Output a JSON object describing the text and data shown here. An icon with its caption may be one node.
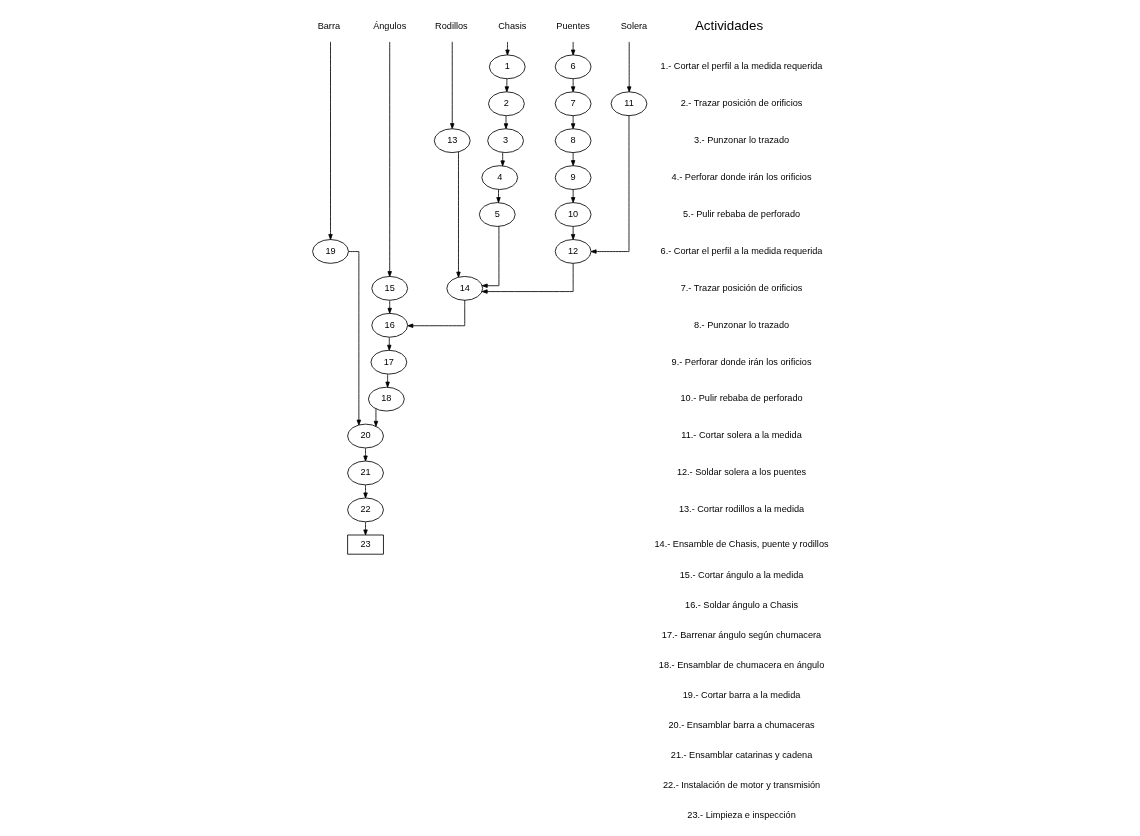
{
  "diagram": {
    "nodes": [
      {
        "text": [
          "Barra"
        ]
      },
      {
        "text": [
          "Ángulos"
        ]
      },
      {
        "text": [
          "Rodillos"
        ]
      },
      {
        "text": [
          "Solera"
        ]
      },
      {
        "text": [
          "Puentes"
        ]
      },
      {
        "text": [
          "Chasis"
        ]
      },
      {
        "text": [
          "1"
        ]
      },
      {
        "text": [
          "2"
        ]
      },
      {
        "text": [
          "3"
        ]
      },
      {
        "text": [
          "4"
        ]
      },
      {
        "text": [
          "5"
        ]
      },
      {
        "text": [
          "6"
        ]
      },
      {
        "text": [
          "7"
        ]
      },
      {
        "text": [
          "8"
        ]
      },
      {
        "text": [
          "9"
        ]
      },
      {
        "text": [
          "10"
        ]
      },
      {
        "text": [
          "11"
        ]
      },
      {
        "text": [
          "12"
        ]
      },
      {
        "text": [
          "13"
        ]
      },
      {
        "text": [
          "14"
        ]
      },
      {
        "text": [
          "15"
        ]
      },
      {
        "text": [
          "16"
        ]
      },
      {
        "text": [
          "17"
        ]
      },
      {
        "text": [
          "18"
        ]
      },
      {
        "text": [
          "19"
        ]
      },
      {
        "text": [
          "20"
        ]
      },
      {
        "text": [
          "21"
        ]
      },
      {
        "text": [
          "22"
        ]
      },
      {
        "text": [
          "23"
        ]
      }
    ],
    "edges": [
      {
        "from": 0,
        "to": 24,
        "arrow": "to"
      },
      {
        "from": 1,
        "to": 20,
        "arrow": "to"
      },
      {
        "from": 2,
        "to": 18,
        "arrow": "to"
      },
      {
        "from": 3,
        "to": 16,
        "arrow": "to"
      },
      {
        "from": 4,
        "to": 11,
        "arrow": "to"
      },
      {
        "from": 5,
        "to": 6,
        "arrow": "to"
      },
      {
        "from": 11,
        "to": 12,
        "arrow": "to"
      },
      {
        "from": 12,
        "to": 13,
        "arrow": "to"
      },
      {
        "from": 13,
        "to": 14,
        "arrow": "to"
      },
      {
        "from": 14,
        "to": 15,
        "arrow": "to"
      },
      {
        "from": 15,
        "to": 17,
        "arrow": "to"
      },
      {
        "from": 16,
        "to": 17,
        "arrow": "to"
      },
      {
        "from": 6,
        "to": 7,
        "arrow": "to"
      },
      {
        "from": 7,
        "to": 8,
        "arrow": "to"
      },
      {
        "from": 8,
        "to": 9,
        "arrow": "to"
      },
      {
        "from": 9,
        "to": 10,
        "arrow": "to"
      },
      {
        "from": 10,
        "to": 19,
        "arrow": "to"
      },
      {
        "from": 17,
        "to": 19,
        "arrow": "to"
      },
      {
        "from": 18,
        "to": 19,
        "arrow": "to"
      },
      {
        "from": 19,
        "to": 21,
        "arrow": "to"
      },
      {
        "from": 20,
        "to": 21,
        "arrow": "to"
      },
      {
        "from": 21,
        "to": 22,
        "arrow": "to"
      },
      {
        "from": 22,
        "to": 23,
        "arrow": "to"
      },
      {
        "from": 23,
        "to": 25,
        "arrow": "to"
      },
      {
        "from": 24,
        "to": 25,
        "arrow": "to"
      },
      {
        "from": 25,
        "to": 26,
        "arrow": "to"
      },
      {
        "from": 26,
        "to": 27,
        "arrow": "to"
      },
      {
        "from": 27,
        "to": 28,
        "arrow": "to"
      }
    ],
    "labels": [
      "Actividades",
      "1.- Cortar el perfil a la medida requerida",
      "2.- Trazar posición de orificios",
      "3.- Punzonar lo trazado",
      "4.- Perforar donde irán los orificios",
      "5.- Pulir rebaba de perforado",
      "6.- Cortar el perfil a la medida requerida",
      "7.- Trazar posición de orificios",
      "8.- Punzonar lo trazado",
      "9.- Perforar donde irán los orificios",
      "10.- Pulir rebaba de perforado",
      "11.- Cortar solera a la medida",
      "12.- Soldar solera a los puentes",
      "13.- Cortar rodillos a la medida",
      "14.- Ensamble de Chasis, puente y rodillos",
      "15.- Cortar ángulo a la medida",
      "16.- Soldar ángulo a Chasis",
      "17.- Barrenar ángulo según chumacera",
      "18.- Ensamblar de chumacera en ángulo",
      "19.- Cortar barra a la medida",
      "20.- Ensamblar barra a chumaceras",
      "21.- Ensamblar catarinas y cadena",
      "22.- Instalación de motor y transmisión",
      "23.- Limpieza e inspección"
    ]
  }
}
